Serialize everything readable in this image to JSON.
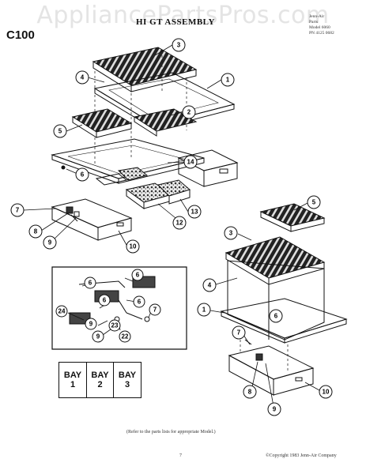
{
  "watermark": "AppliancePartsPros.com",
  "model": "C100",
  "title": "HI  GT ASSEMBLY",
  "doc_info": [
    "Jenn-Air",
    "Parts",
    "Model 6060",
    "PN 4125 0682"
  ],
  "callouts_main": [
    "1",
    "2",
    "3",
    "4",
    "5",
    "6",
    "7",
    "8",
    "9",
    "10",
    "12",
    "13",
    "14"
  ],
  "callouts_inset": [
    "6",
    "6",
    "6",
    "6",
    "7",
    "9",
    "24",
    "9",
    "22",
    "23"
  ],
  "callouts_right": [
    "1",
    "3",
    "4",
    "5",
    "6",
    "7",
    "8",
    "9",
    "10"
  ],
  "bays": [
    {
      "line1": "BAY",
      "line2": "1"
    },
    {
      "line1": "BAY",
      "line2": "2"
    },
    {
      "line1": "BAY",
      "line2": "3"
    }
  ],
  "footnote": "(Refer to the parts lists for appropriate Model.)",
  "page_number": "7",
  "copyright": "©Copyright 1983 Jenn-Air Company"
}
